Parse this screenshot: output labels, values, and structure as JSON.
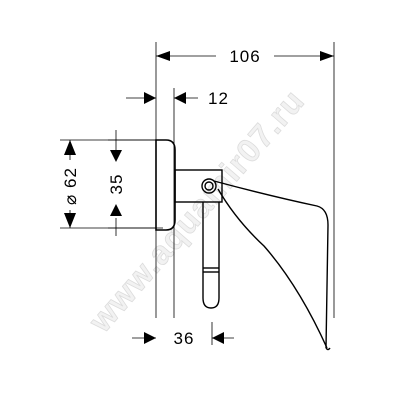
{
  "dimensions": {
    "overall_width": "106",
    "plate_depth": "12",
    "diameter": "⌀ 62",
    "hole_spacing": "35",
    "arm_width": "36"
  },
  "watermark": "www.aquamir07.ru",
  "colors": {
    "line": "#000000",
    "watermark_fill": "#f2f2f2",
    "watermark_stroke": "#dcdcdc"
  }
}
